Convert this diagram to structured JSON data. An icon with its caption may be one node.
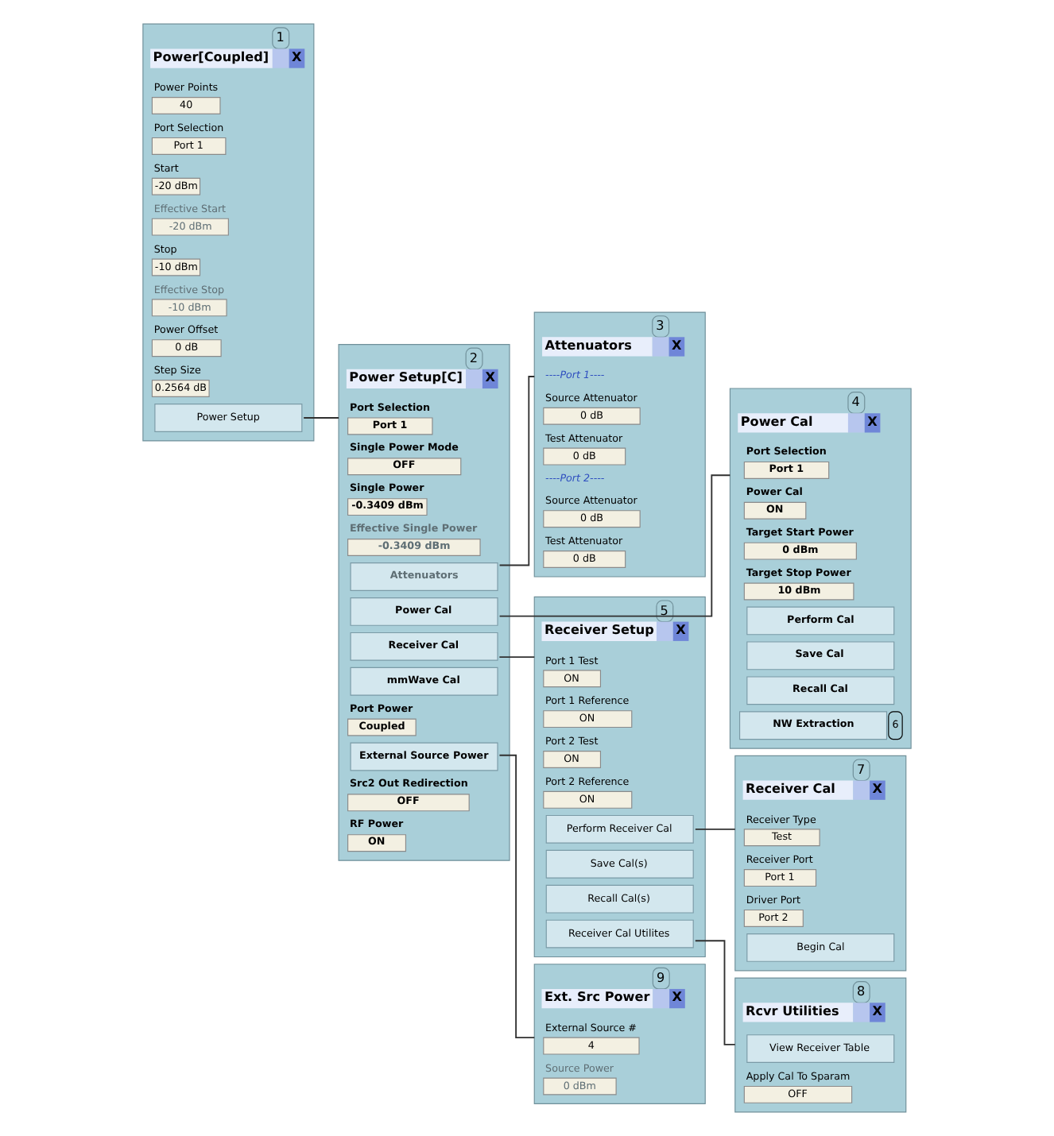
{
  "diagram": {
    "nodes": [
      {
        "text": [
          "Power[Coupled]",
          "X"
        ],
        "beside": [
          "1"
        ]
      },
      {
        "text": [
          "Power Points",
          "40"
        ],
        "in": 0
      },
      {
        "text": [
          "Port Selection",
          "Port 1"
        ],
        "in": 0
      },
      {
        "text": [
          "Start",
          "-20 dBm"
        ],
        "in": 0
      },
      {
        "text": [
          "Effective Start",
          "-20 dBm"
        ],
        "in": 0
      },
      {
        "text": [
          "Stop",
          "-10 dBm"
        ],
        "in": 0
      },
      {
        "text": [
          "Effective Stop",
          "-10 dBm"
        ],
        "in": 0
      },
      {
        "text": [
          "Power Offset",
          "0 dB"
        ],
        "in": 0
      },
      {
        "text": [
          "Step Size",
          "0.2564 dB"
        ],
        "in": 0
      },
      {
        "text": [
          "Power Setup"
        ],
        "in": 0
      },
      {
        "text": [
          "Power Setup[C]",
          "X"
        ],
        "beside": [
          "2"
        ]
      },
      {
        "text": [
          "Port Selection",
          "Port 1"
        ],
        "in": 10
      },
      {
        "text": [
          "Single Power Mode",
          "OFF"
        ],
        "in": 10
      },
      {
        "text": [
          "Single Power",
          "-0.3409 dBm"
        ],
        "in": 10
      },
      {
        "text": [
          "Effective Single Power",
          "-0.3409 dBm"
        ],
        "in": 10
      },
      {
        "text": [
          "Attenuators"
        ],
        "in": 10
      },
      {
        "text": [
          "Power Cal"
        ],
        "in": 10
      },
      {
        "text": [
          "Receiver Cal"
        ],
        "in": 10
      },
      {
        "text": [
          "mmWave Cal"
        ],
        "in": 10
      },
      {
        "text": [
          "Port Power",
          "Coupled"
        ],
        "in": 10
      },
      {
        "text": [
          "External Source Power"
        ],
        "in": 10
      },
      {
        "text": [
          "Src2 Out Redirection",
          "OFF"
        ],
        "in": 10
      },
      {
        "text": [
          "RF Power",
          "ON"
        ],
        "in": 10
      },
      {
        "text": [
          "Attenuators",
          "X"
        ],
        "beside": [
          "3"
        ]
      },
      {
        "text": [
          "----Port 1----"
        ],
        "in": 23
      },
      {
        "text": [
          "Source Attenuator",
          "0 dB"
        ],
        "in": 23
      },
      {
        "text": [
          "Test Attenuator",
          "0 dB"
        ],
        "in": 23
      },
      {
        "text": [
          "----Port 2----"
        ],
        "in": 23
      },
      {
        "text": [
          "Source Attenuator",
          "0 dB"
        ],
        "in": 23
      },
      {
        "text": [
          "Test Attenuator",
          "0 dB"
        ],
        "in": 23
      },
      {
        "text": [
          "Power Cal",
          "X"
        ],
        "beside": [
          "4"
        ]
      },
      {
        "text": [
          "Port Selection",
          "Port 1"
        ],
        "in": 30
      },
      {
        "text": [
          "Power Cal",
          "ON"
        ],
        "in": 30
      },
      {
        "text": [
          "Target Start Power",
          "0 dBm"
        ],
        "in": 30
      },
      {
        "text": [
          "Target Stop Power",
          "10 dBm"
        ],
        "in": 30
      },
      {
        "text": [
          "Perform Cal"
        ],
        "in": 30
      },
      {
        "text": [
          "Save Cal"
        ],
        "in": 30
      },
      {
        "text": [
          "Recall Cal"
        ],
        "in": 30
      },
      {
        "text": [
          "NW Extraction"
        ],
        "in": 30,
        "beside": [
          "6"
        ]
      },
      {
        "text": [
          "Receiver Setup",
          "X"
        ],
        "beside": [
          "5"
        ]
      },
      {
        "text": [
          "Port 1 Test",
          "ON"
        ],
        "in": 39
      },
      {
        "text": [
          "Port 1 Reference",
          "ON"
        ],
        "in": 39
      },
      {
        "text": [
          "Port 2 Test",
          "ON"
        ],
        "in": 39
      },
      {
        "text": [
          "Port 2 Reference",
          "ON"
        ],
        "in": 39
      },
      {
        "text": [
          "Perform Receiver Cal"
        ],
        "in": 39
      },
      {
        "text": [
          "Save Cal(s)"
        ],
        "in": 39
      },
      {
        "text": [
          "Recall Cal(s)"
        ],
        "in": 39
      },
      {
        "text": [
          "Receiver Cal Utilites"
        ],
        "in": 39
      },
      {
        "text": [
          "Receiver Cal",
          "X"
        ],
        "beside": [
          "7"
        ]
      },
      {
        "text": [
          "Receiver Type",
          "Test"
        ],
        "in": 48
      },
      {
        "text": [
          "Receiver Port",
          "Port 1"
        ],
        "in": 48
      },
      {
        "text": [
          "Driver Port",
          "Port 2"
        ],
        "in": 48
      },
      {
        "text": [
          "Begin Cal"
        ],
        "in": 48
      },
      {
        "text": [
          "Rcvr Utilities",
          "X"
        ],
        "beside": [
          "8"
        ]
      },
      {
        "text": [
          "View Receiver Table"
        ],
        "in": 53
      },
      {
        "text": [
          "Apply Cal To Sparam",
          "OFF"
        ],
        "in": 53
      },
      {
        "text": [
          "Ext. Src Power",
          "X"
        ],
        "beside": [
          "9"
        ]
      },
      {
        "text": [
          "External Source #",
          "4"
        ],
        "in": 56
      },
      {
        "text": [
          "Source Power",
          "0 dBm"
        ],
        "in": 56
      }
    ],
    "edges": [
      {
        "from": 9,
        "to": 10,
        "arrow": "none"
      },
      {
        "from": 15,
        "to": 23,
        "arrow": "none"
      },
      {
        "from": 16,
        "to": 30,
        "arrow": "none"
      },
      {
        "from": 17,
        "to": 39,
        "arrow": "none"
      },
      {
        "from": 20,
        "to": 56,
        "arrow": "none"
      },
      {
        "from": 44,
        "to": 48,
        "arrow": "none"
      },
      {
        "from": 47,
        "to": 53,
        "arrow": "none"
      }
    ]
  }
}
